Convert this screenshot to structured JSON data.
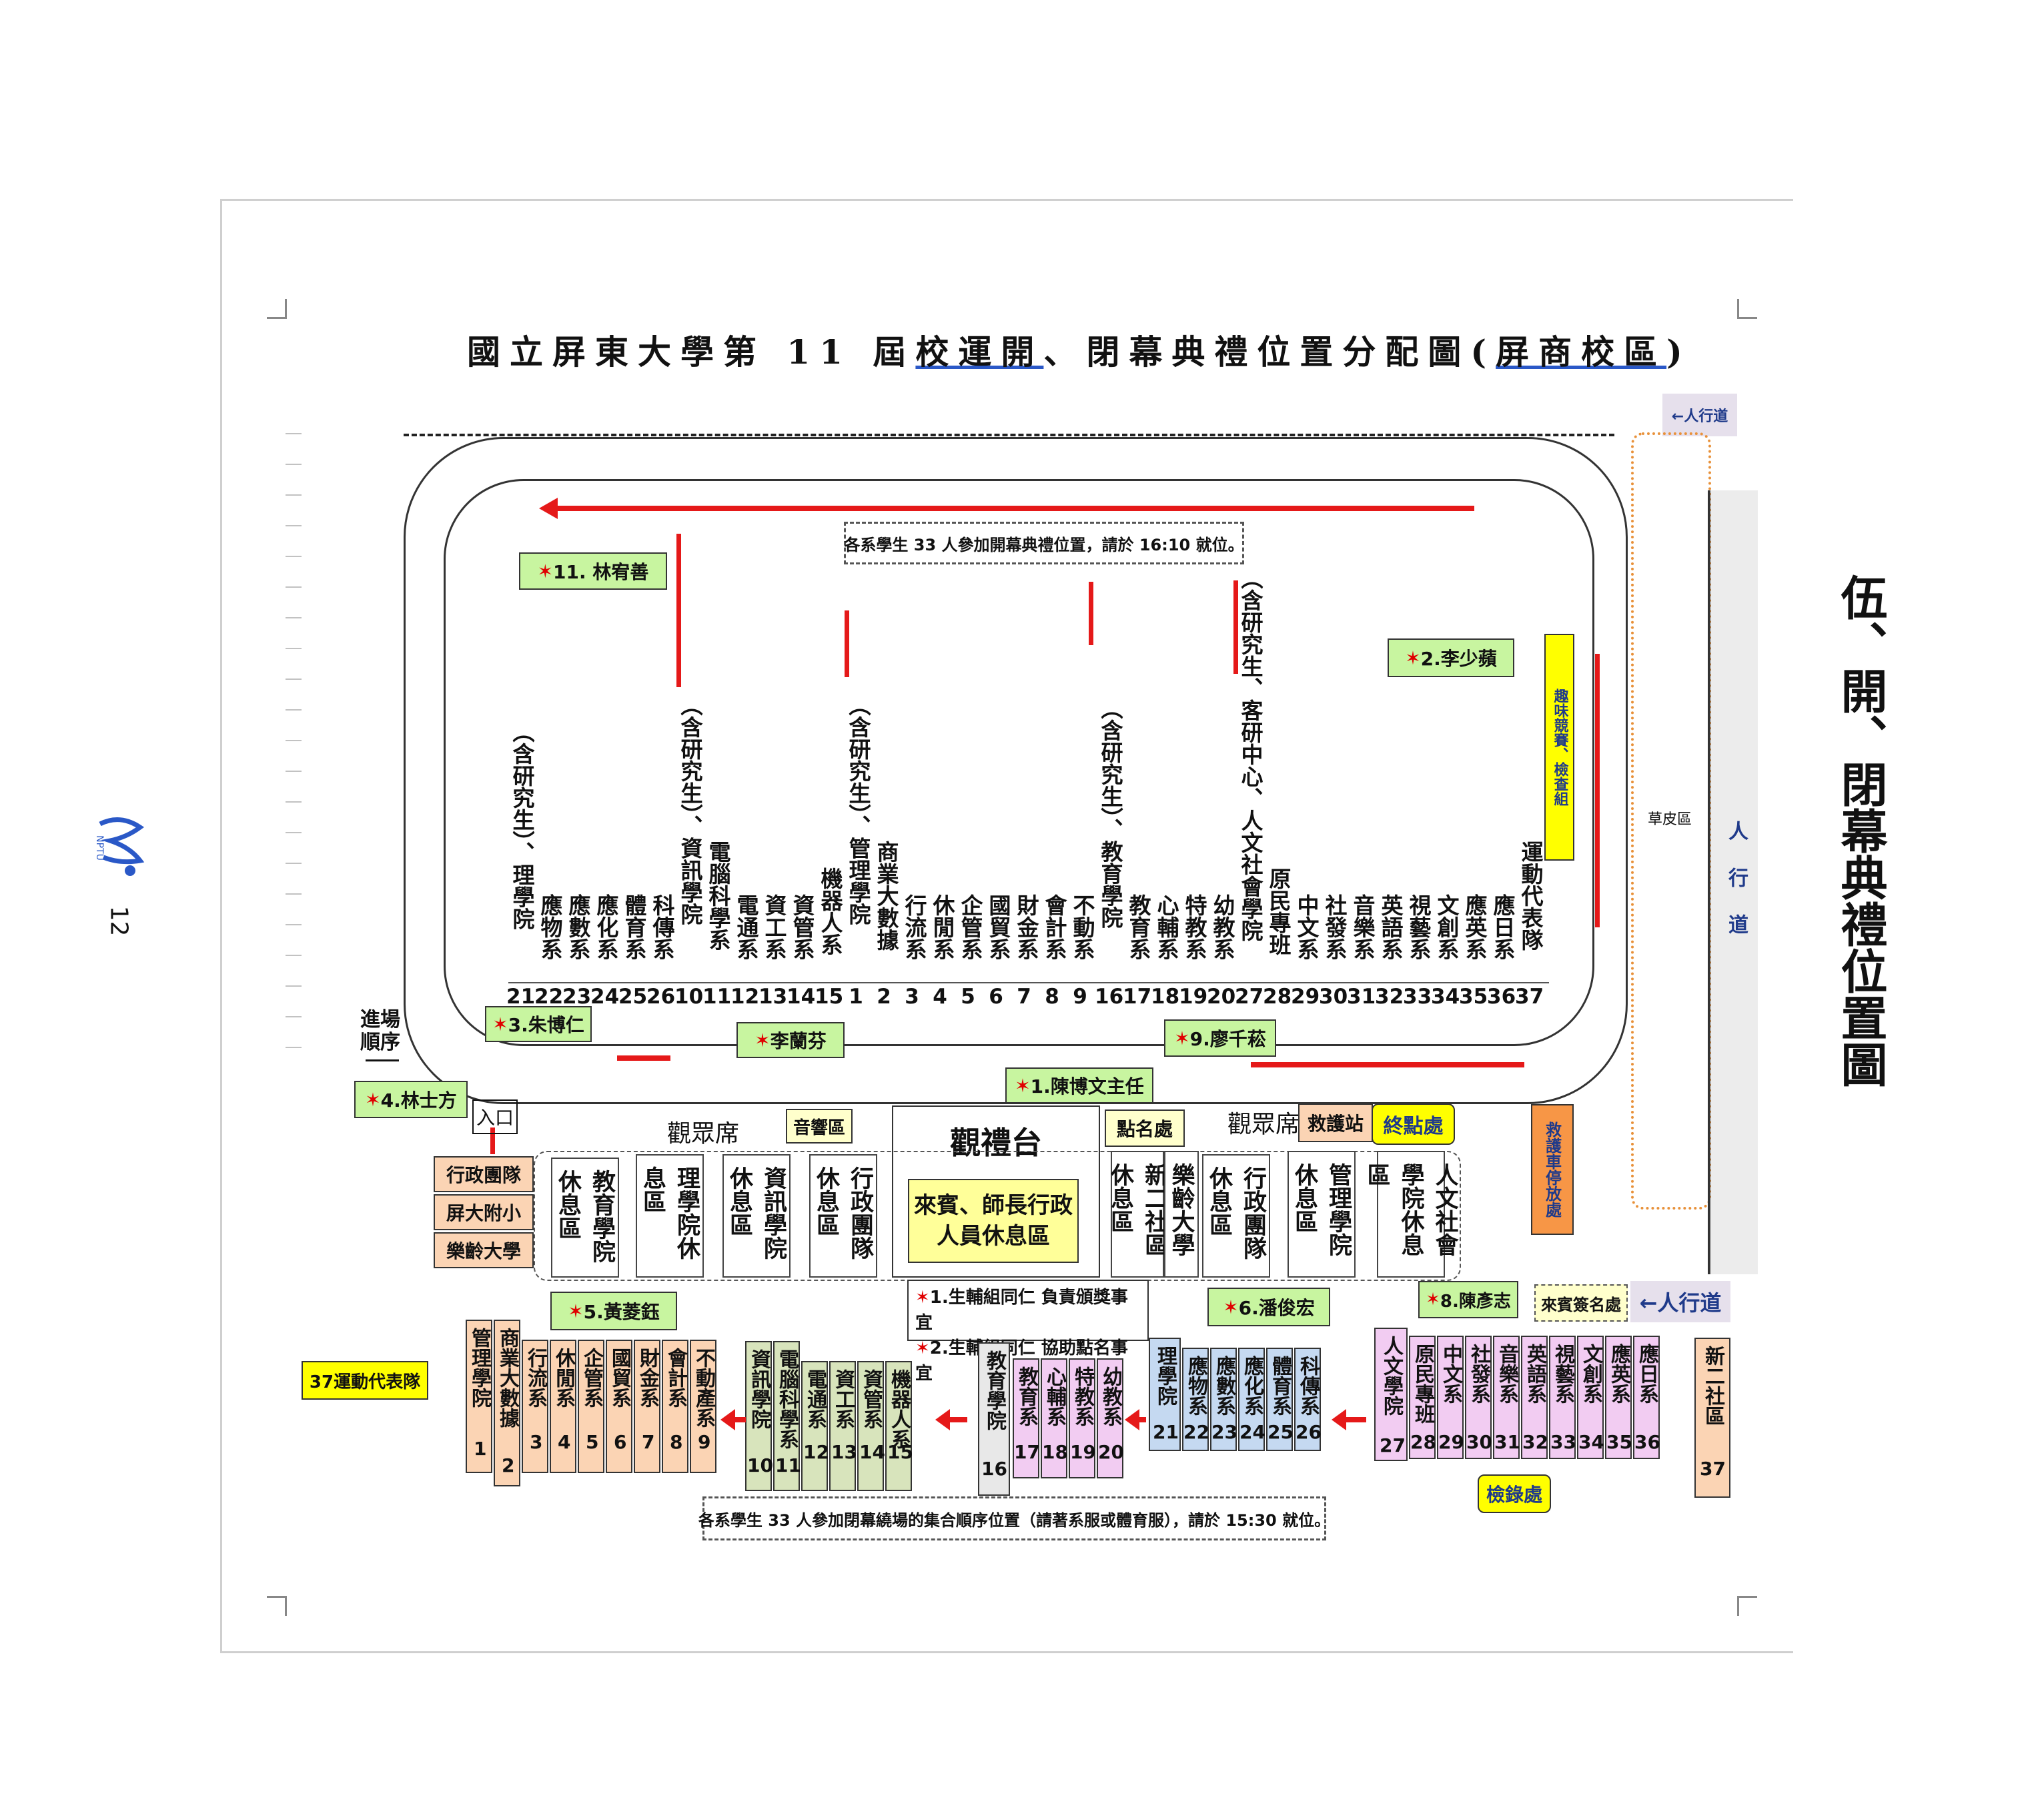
{
  "title": {
    "part1": "國立屏東大學第 11 屆",
    "part2": "校運開",
    "part3": "、閉幕典禮位置分配圖(",
    "part4": "屏商校區",
    "part5": ")"
  },
  "side_heading": "伍、開、閉幕典禮位置圖",
  "page_number": "12",
  "logo_text": "NPTU",
  "notes": {
    "top": "各系學生 33 人參加開幕典禮位置，請於 16:10 就位。",
    "bottom": "各系學生 33 人參加閉幕繞場的集合順序位置（請著系服或體育服），請於 15:30 就位。"
  },
  "staff": {
    "s11": "11. 林宥善",
    "s2": "2.李少蘋",
    "s3": "3.朱博仁",
    "s_li": "李蘭芬",
    "s9": "9.廖千菘",
    "s1": "1.陳博文主任",
    "s4": "4.林士方",
    "s5": "5.黃菱鈺",
    "s6": "6.潘俊宏",
    "s8": "8.陳彥志"
  },
  "labels": {
    "sidewalk_top": "←人行道",
    "sidewalk_side": "人行道",
    "sidewalk_bottom": "←人行道",
    "grass": "草皮區",
    "fun_games": "趣味競賽、檢查組",
    "entry_order": "進場順序",
    "entrance": "入口",
    "audience_left": "觀眾席",
    "audience_right": "觀眾席",
    "sound": "音響區",
    "stage": "觀禮台",
    "stage_sub": "來賓、師長行政人員休息區",
    "rollcall": "點名處",
    "firstaid": "救護站",
    "finish": "終點處",
    "rescue": "救護車停放處",
    "guest_signin": "來賓簽名處",
    "check": "檢錄處",
    "rep37": "37運動代表隊",
    "duty1": "1.生輔組同仁 負責頒獎事宜",
    "duty2": "2.生輔組同仁 協助點名事宜"
  },
  "lead_groups": [
    "行政團隊",
    "屏大附小",
    "樂齡大學"
  ],
  "rest_areas": [
    "教育學院休息區",
    "理學院休息區",
    "資訊學院休息區",
    "行政團隊休息區",
    "新二社區休息區",
    "樂齡大學",
    "行政團隊休息區",
    "管理學院休息區",
    "人文社會學院休息區"
  ],
  "track_depts": [
    {
      "name": "（含研究生）、理學院",
      "num": "21"
    },
    {
      "name": "應物系",
      "num": "22"
    },
    {
      "name": "應數系",
      "num": "23"
    },
    {
      "name": "應化系",
      "num": "24"
    },
    {
      "name": "體育系",
      "num": "25"
    },
    {
      "name": "科傳系",
      "num": "26"
    },
    {
      "name": "（含研究生）、資訊學院",
      "num": "10"
    },
    {
      "name": "電腦科學系",
      "num": "11"
    },
    {
      "name": "電通系",
      "num": "12"
    },
    {
      "name": "資工系",
      "num": "13"
    },
    {
      "name": "資管系",
      "num": "14"
    },
    {
      "name": "機器人系",
      "num": "15"
    },
    {
      "name": "（含研究生）、管理學院",
      "num": "1"
    },
    {
      "name": "商業大數據",
      "num": "2"
    },
    {
      "name": "行流系",
      "num": "3"
    },
    {
      "name": "休閒系",
      "num": "4"
    },
    {
      "name": "企管系",
      "num": "5"
    },
    {
      "name": "國貿系",
      "num": "6"
    },
    {
      "name": "財金系",
      "num": "7"
    },
    {
      "name": "會計系",
      "num": "8"
    },
    {
      "name": "不動系",
      "num": "9"
    },
    {
      "name": "（含研究生）、教育學院",
      "num": "16"
    },
    {
      "name": "教育系",
      "num": "17"
    },
    {
      "name": "心輔系",
      "num": "18"
    },
    {
      "name": "特教系",
      "num": "19"
    },
    {
      "name": "幼教系",
      "num": "20"
    },
    {
      "name": "（含研究生、客研中心、人文社會學院",
      "num": "27"
    },
    {
      "name": "原民專班",
      "num": "28"
    },
    {
      "name": "中文系",
      "num": "29"
    },
    {
      "name": "社發系",
      "num": "30"
    },
    {
      "name": "音樂系",
      "num": "31"
    },
    {
      "name": "英語系",
      "num": "32"
    },
    {
      "name": "視藝系",
      "num": "33"
    },
    {
      "name": "文創系",
      "num": "34"
    },
    {
      "name": "應英系",
      "num": "35"
    },
    {
      "name": "應日系",
      "num": "36"
    },
    {
      "name": "運動代表隊",
      "num": "37"
    }
  ],
  "assembly_groups": [
    {
      "color": "#fbd4b4",
      "items": [
        [
          "管理學院",
          "1"
        ],
        [
          "商業大數據",
          "2"
        ],
        [
          "行流系",
          "3"
        ],
        [
          "休閒系",
          "4"
        ],
        [
          "企管系",
          "5"
        ],
        [
          "國貿系",
          "6"
        ],
        [
          "財金系",
          "7"
        ],
        [
          "會計系",
          "8"
        ],
        [
          "不動產系",
          "9"
        ]
      ]
    },
    {
      "color": "#d8e4bc",
      "items": [
        [
          "資訊學院",
          "10"
        ],
        [
          "電腦科學系",
          "11"
        ],
        [
          "電通系",
          "12"
        ],
        [
          "資工系",
          "13"
        ],
        [
          "資管系",
          "14"
        ],
        [
          "機器人系",
          "15"
        ]
      ]
    },
    {
      "color": "#e8e8e8",
      "items": [
        [
          "教育學院",
          "16"
        ]
      ]
    },
    {
      "color": "#f2ccf2",
      "items": [
        [
          "教育系",
          "17"
        ],
        [
          "心輔系",
          "18"
        ],
        [
          "特教系",
          "19"
        ],
        [
          "幼教系",
          "20"
        ]
      ]
    },
    {
      "color": "#c5d9f1",
      "items": [
        [
          "理學院",
          "21"
        ],
        [
          "應物系",
          "22"
        ],
        [
          "應數系",
          "23"
        ],
        [
          "應化系",
          "24"
        ],
        [
          "體育系",
          "25"
        ],
        [
          "科傳系",
          "26"
        ]
      ]
    },
    {
      "color": "#f2ccf2",
      "items": [
        [
          "人文學院",
          "27"
        ],
        [
          "原民專班",
          "28"
        ],
        [
          "中文系",
          "29"
        ],
        [
          "社發系",
          "30"
        ],
        [
          "音樂系",
          "31"
        ],
        [
          "英語系",
          "32"
        ],
        [
          "視藝系",
          "33"
        ],
        [
          "文創系",
          "34"
        ],
        [
          "應英系",
          "35"
        ],
        [
          "應日系",
          "36"
        ]
      ]
    },
    {
      "color": "#fbd4b4",
      "items": [
        [
          "新二社區",
          "37"
        ]
      ]
    }
  ]
}
